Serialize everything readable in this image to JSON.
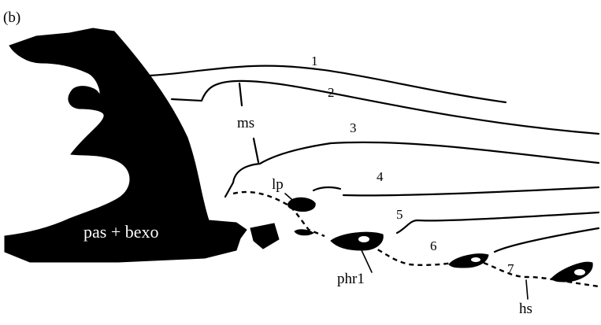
{
  "panel_label": "(b)",
  "labels": {
    "pas_bexo": "pas + bexo",
    "ms": "ms",
    "lp": "lp",
    "phr1": "phr1",
    "hs": "hs"
  },
  "numbers": [
    "1",
    "2",
    "3",
    "4",
    "5",
    "6",
    "7"
  ],
  "colors": {
    "ink": "#000000",
    "background": "#ffffff"
  }
}
